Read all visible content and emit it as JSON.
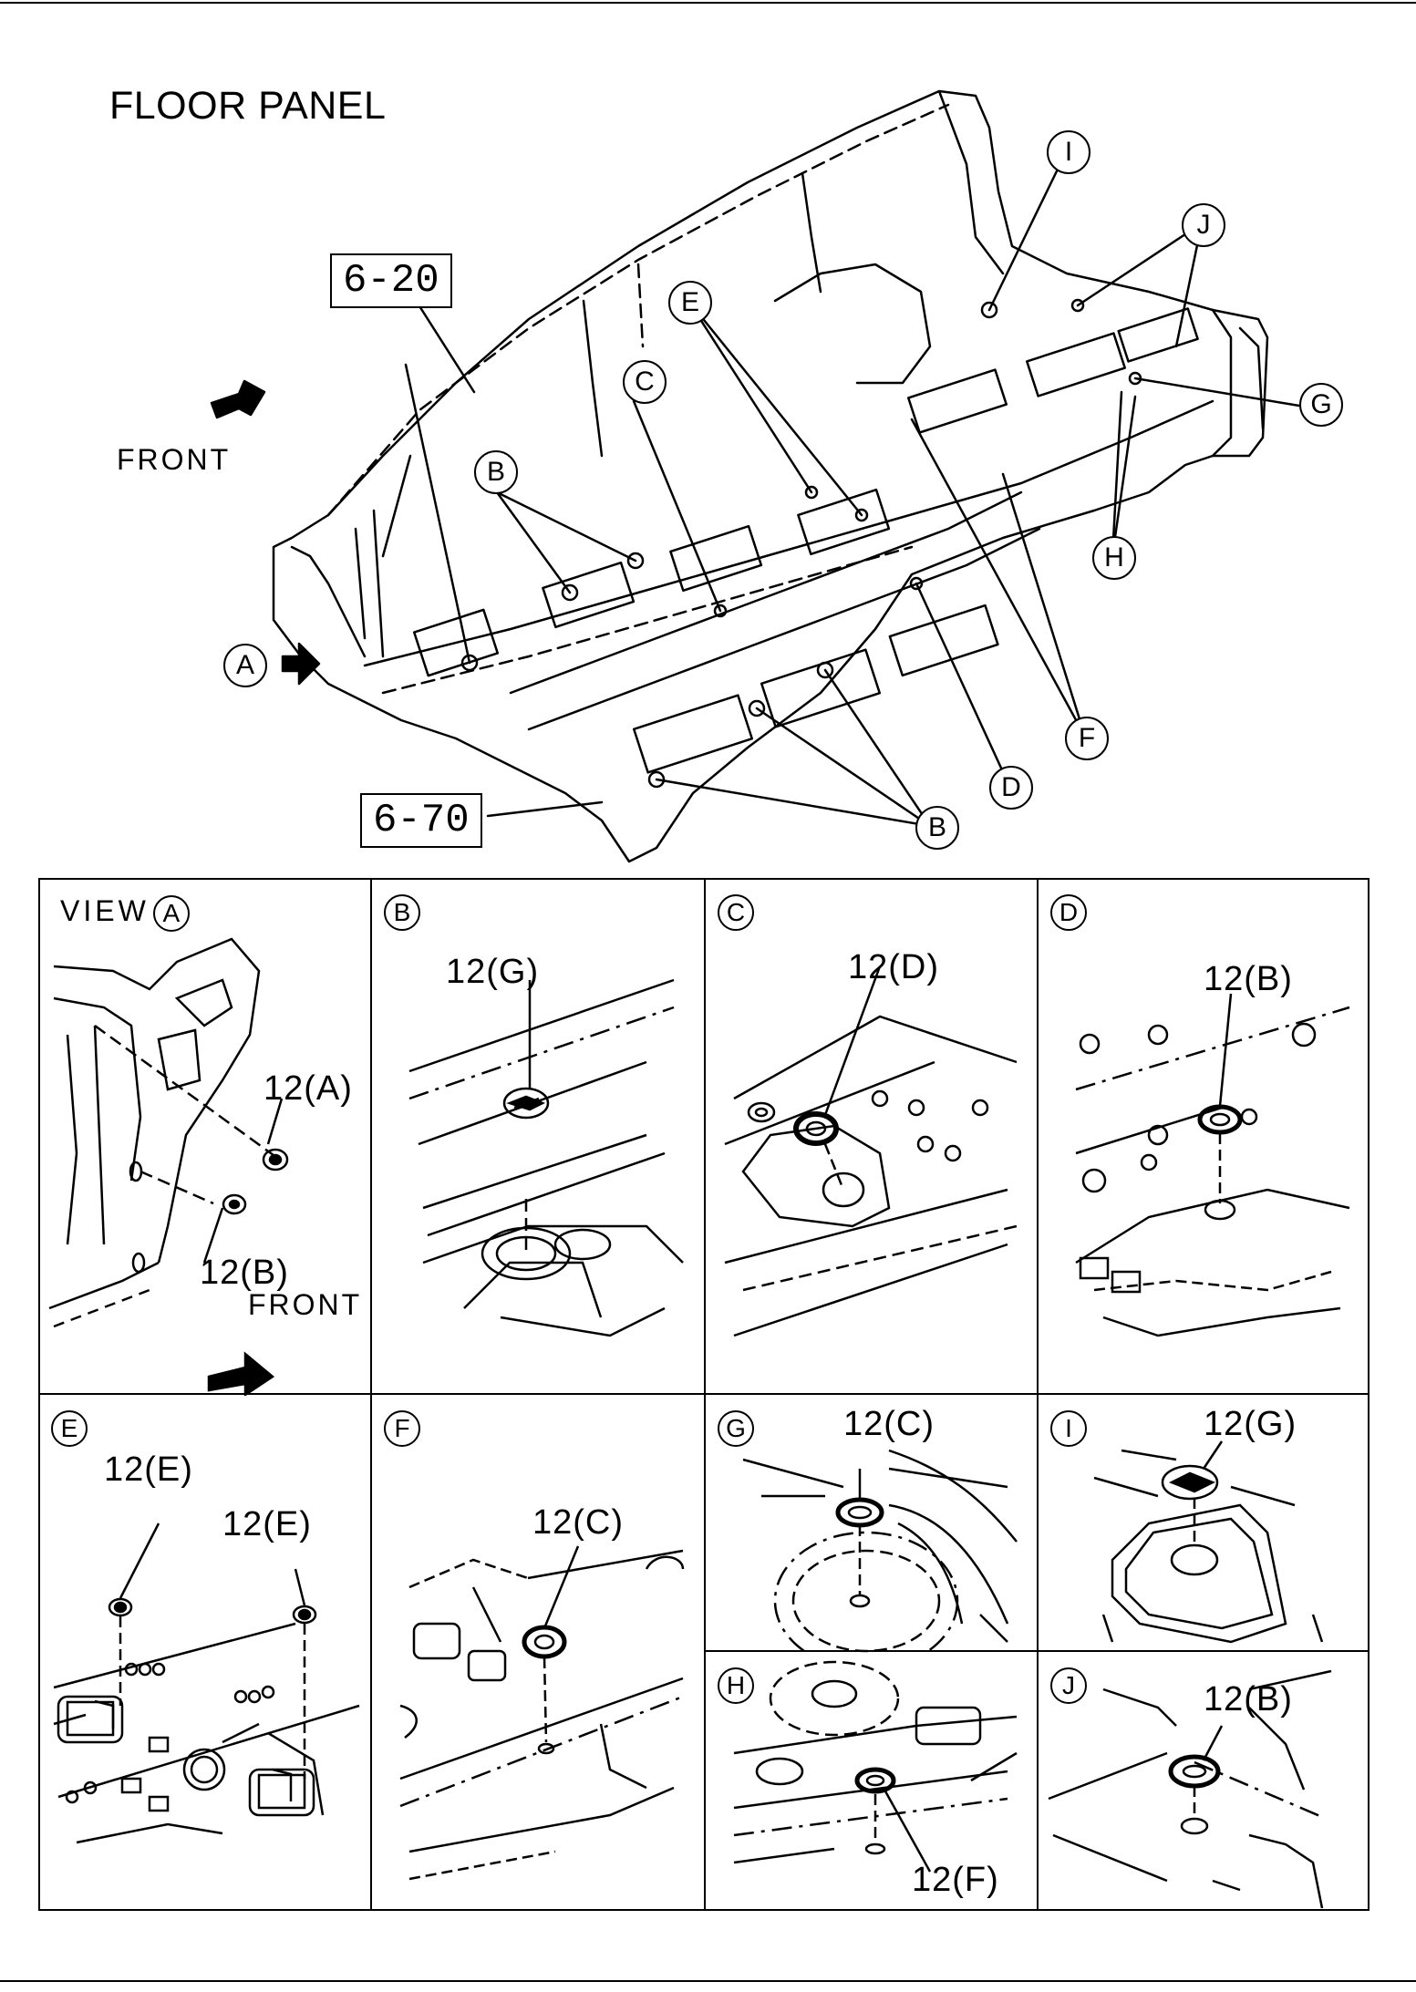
{
  "title": "FLOOR PANEL",
  "overview": {
    "ref_top": "6-20",
    "ref_bottom": "6-70",
    "front_label": "FRONT",
    "view_arrow_letter": "A",
    "callouts": {
      "A": "A",
      "B": "B",
      "C": "C",
      "D": "D",
      "E": "E",
      "F": "F",
      "G": "G",
      "H": "H",
      "I": "I",
      "J": "J"
    }
  },
  "panels": [
    {
      "id": "view-a",
      "letter": "A",
      "header": "VIEW",
      "parts": [
        "12(A)",
        "12(B)"
      ],
      "front_label": "FRONT"
    },
    {
      "id": "b",
      "letter": "B",
      "parts": [
        "12(G)"
      ]
    },
    {
      "id": "c",
      "letter": "C",
      "parts": [
        "12(D)"
      ]
    },
    {
      "id": "d",
      "letter": "D",
      "parts": [
        "12(B)"
      ]
    },
    {
      "id": "e",
      "letter": "E",
      "parts": [
        "12(E)",
        "12(E)"
      ]
    },
    {
      "id": "f",
      "letter": "F",
      "parts": [
        "12(C)"
      ]
    },
    {
      "id": "g",
      "letter": "G",
      "parts": [
        "12(C)"
      ]
    },
    {
      "id": "i",
      "letter": "I",
      "parts": [
        "12(G)"
      ]
    },
    {
      "id": "h",
      "letter": "H",
      "parts": [
        "12(F)"
      ]
    },
    {
      "id": "j",
      "letter": "J",
      "parts": [
        "12(B)"
      ]
    }
  ]
}
